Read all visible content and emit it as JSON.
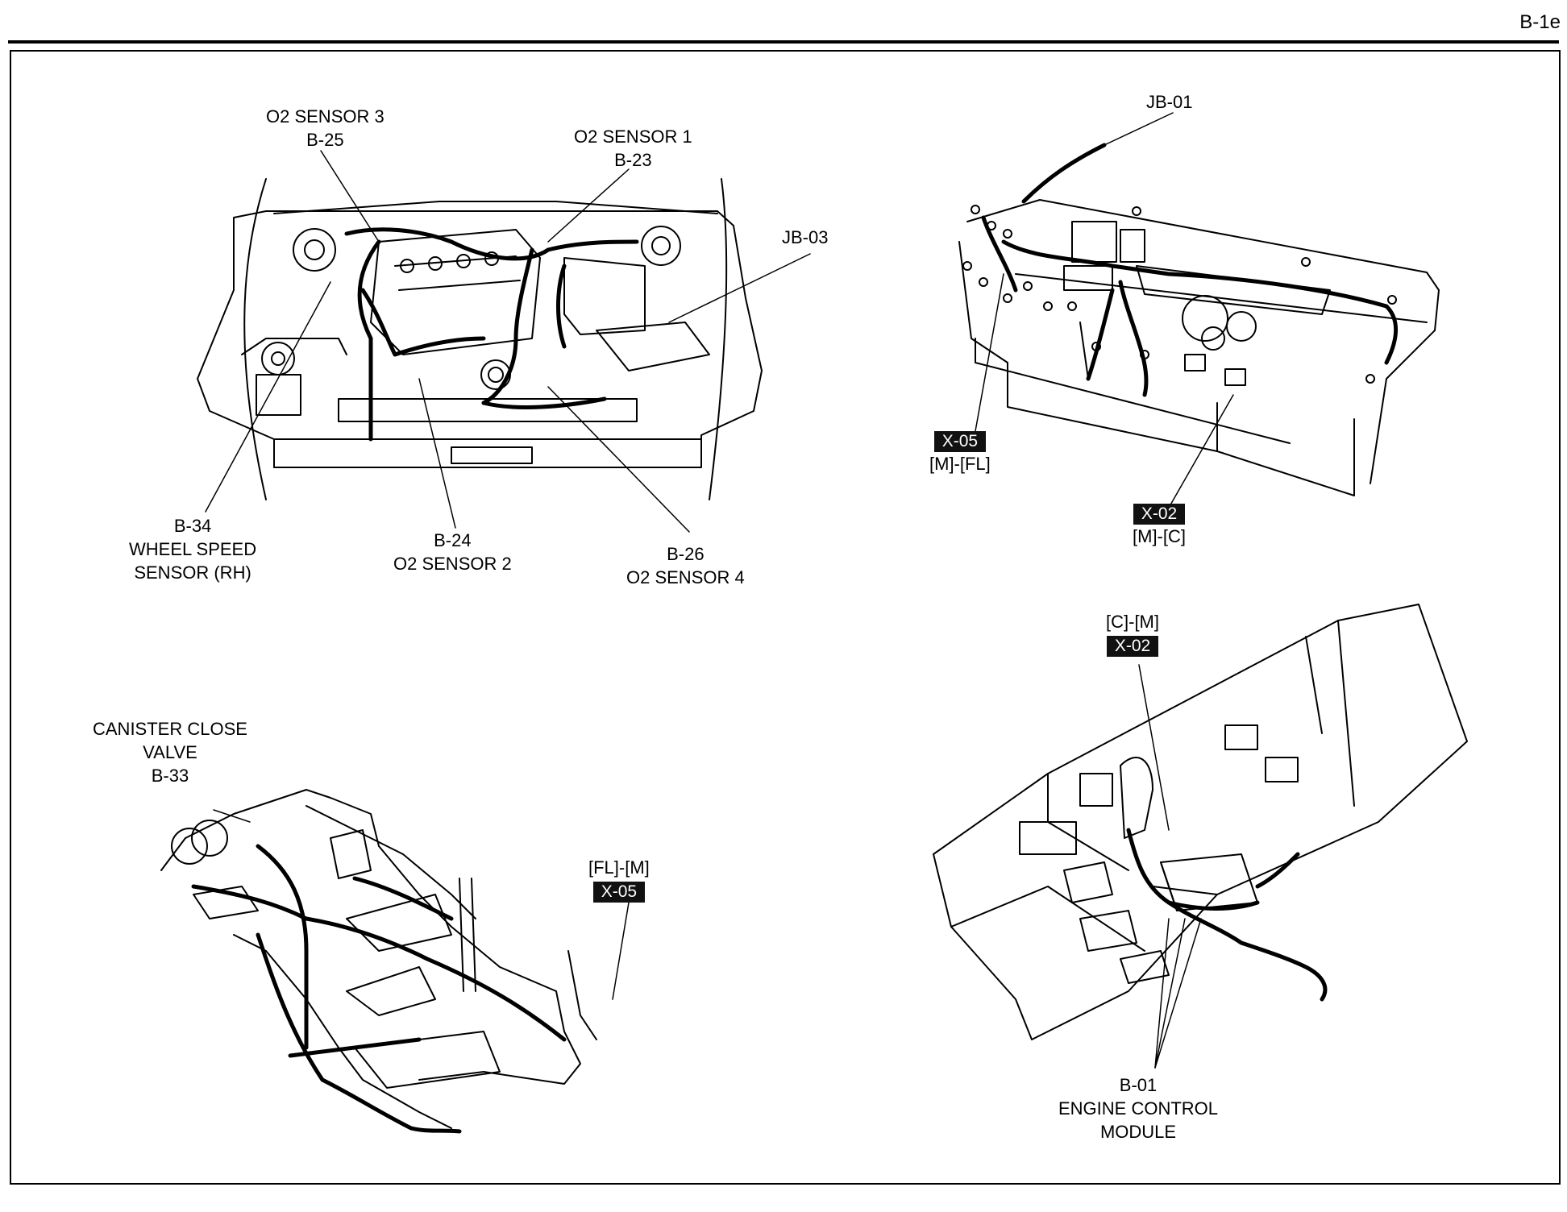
{
  "page": {
    "label": "B-1e"
  },
  "engine_bay": {
    "o2_sensor_3": {
      "name": "O2 SENSOR 3",
      "code": "B-25"
    },
    "o2_sensor_1": {
      "name": "O2 SENSOR 1",
      "code": "B-23"
    },
    "jb_03": {
      "code": "JB-03"
    },
    "wheel_speed_sensor": {
      "code": "B-34",
      "name_line1": "WHEEL SPEED",
      "name_line2": "SENSOR (RH)"
    },
    "o2_sensor_2": {
      "code": "B-24",
      "name": "O2 SENSOR 2"
    },
    "o2_sensor_4": {
      "code": "B-26",
      "name": "O2 SENSOR 4"
    }
  },
  "dashboard": {
    "jb_01": {
      "code": "JB-01"
    },
    "x05": {
      "tag": "X-05",
      "route": "[M]-[FL]"
    },
    "x02": {
      "tag": "X-02",
      "route": "[M]-[C]"
    }
  },
  "floor": {
    "canister": {
      "name_line1": "CANISTER CLOSE",
      "name_line2": "VALVE",
      "code": "B-33"
    },
    "x05": {
      "route": "[FL]-[M]",
      "tag": "X-05"
    }
  },
  "console": {
    "x02": {
      "route": "[C]-[M]",
      "tag": "X-02"
    },
    "ecm": {
      "code": "B-01",
      "name_line1": "ENGINE CONTROL",
      "name_line2": "MODULE"
    }
  }
}
